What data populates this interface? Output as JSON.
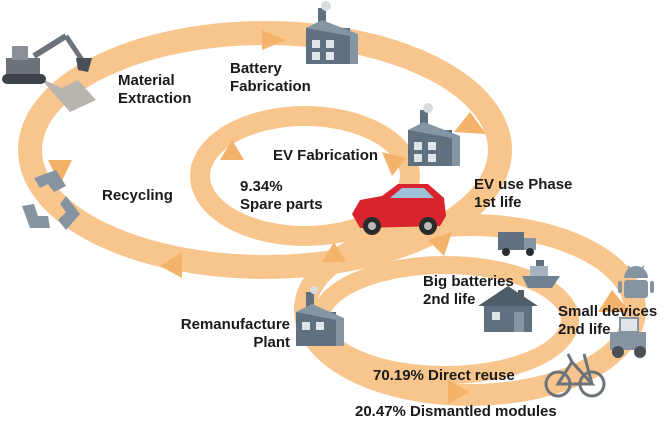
{
  "colors": {
    "loop_fill": "#f8c68d",
    "loop_arrow": "#f4b26a",
    "building": "#5f7181",
    "building_light": "#dfe4e9",
    "car": "#d9232d",
    "icon_gray": "#8694a1",
    "machine": "#6c737a",
    "text": "#1a1a1a"
  },
  "labels": {
    "material_extraction": [
      "Material",
      "Extraction"
    ],
    "battery_fabrication": [
      "Battery",
      "Fabrication"
    ],
    "ev_fabrication": "EV Fabrication",
    "spare_parts": [
      "9.34%",
      "Spare parts"
    ],
    "recycling": "Recycling",
    "ev_use_phase": [
      "EV use Phase",
      "1st life"
    ],
    "big_batteries": [
      "Big batteries",
      "2nd life"
    ],
    "small_devices": [
      "Small devices",
      "2nd life"
    ],
    "remanufacture_plant": [
      "Remanufacture",
      "Plant"
    ],
    "direct_reuse": "70.19% Direct reuse",
    "dismantled_modules": "20.47% Dismantled modules"
  },
  "icons": [
    "excavator-icon",
    "battery-factory-icon",
    "ev-factory-icon",
    "recycling-icon",
    "electric-car-icon",
    "truck-icon",
    "boat-icon",
    "house-icon",
    "android-robot-icon",
    "tractor-icon",
    "remanufacture-plant-icon",
    "bicycle-icon"
  ]
}
